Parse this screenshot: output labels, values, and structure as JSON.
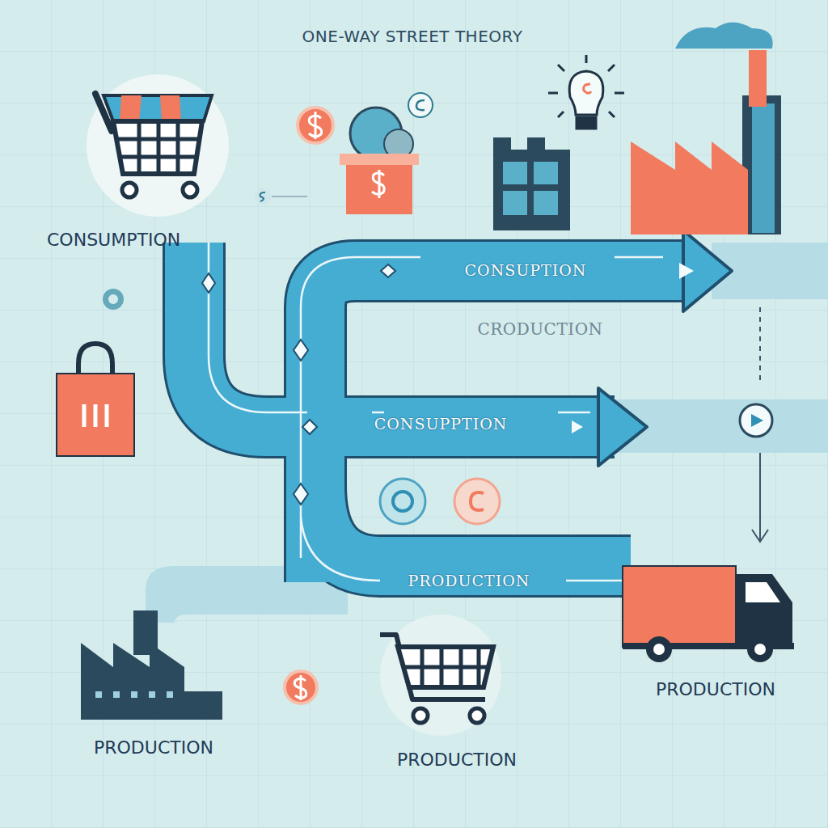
{
  "diagram": {
    "title": "ONE-WAY STREET THEORY",
    "labels": [
      "CONSUMPTION",
      "CONSUPTION",
      "CRODUCTION",
      "CONSUPPTION",
      "PRODUCTION",
      "PRODUCTION",
      "PRODUCTION",
      "PRODUCTION"
    ]
  }
}
